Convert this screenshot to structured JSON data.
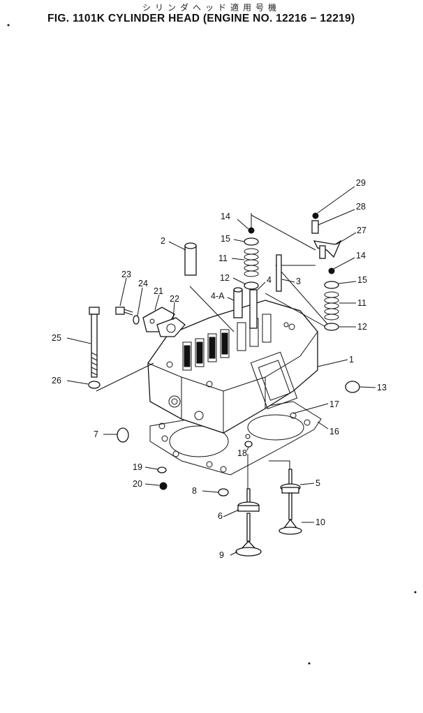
{
  "header": {
    "jp_title": "シリンダヘッド適用号機",
    "fig_title": "FIG. 1101K  CYLINDER HEAD (ENGINE NO. 12216 − 12219)"
  },
  "callouts": {
    "c29": "29",
    "c28": "28",
    "c27": "27",
    "c14a": "14",
    "c14b": "14",
    "c15a": "15",
    "c15b": "15",
    "c11a": "11",
    "c11b": "11",
    "c12a": "12",
    "c12b": "12",
    "c2": "2",
    "c4": "4",
    "c4a": "4-A",
    "c3": "3",
    "c23": "23",
    "c24": "24",
    "c21": "21",
    "c22": "22",
    "c25": "25",
    "c26": "26",
    "c1": "1",
    "c13": "13",
    "c17": "17",
    "c16": "16",
    "c7": "7",
    "c18": "18",
    "c19": "19",
    "c20": "20",
    "c8": "8",
    "c5": "5",
    "c6": "6",
    "c10": "10",
    "c9": "9"
  }
}
